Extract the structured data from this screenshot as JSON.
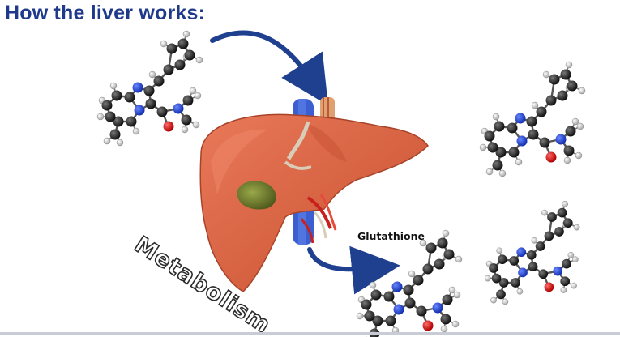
{
  "slide": {
    "title": "How the liver works:",
    "process_label": "Metabolism",
    "conjugate_label": "Glutathione"
  },
  "colors": {
    "title": "#1f3a8a",
    "arrow": "#1f3f8f",
    "liver": "#d9684a",
    "gallbladder": "#6b7a2c",
    "carbon_atom": "#1a1a1a",
    "nitrogen_atom": "#1f3fd0",
    "oxygen_atom": "#d01818",
    "hydrogen_atom": "#e8e8e8"
  },
  "icons": [
    "curved-arrow-icon",
    "liver-icon",
    "molecule-icon"
  ]
}
